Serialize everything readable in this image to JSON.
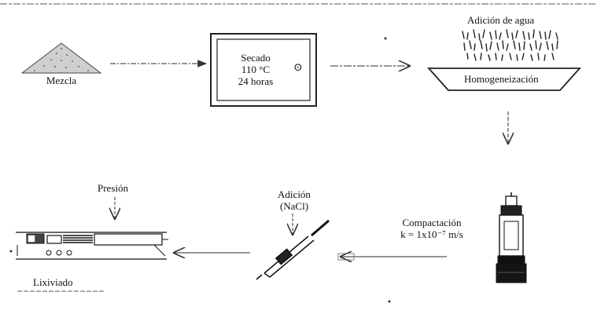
{
  "steps": {
    "mezcla": "Mezcla",
    "secado": {
      "line1": "Secado",
      "line2": "110 °C",
      "line3": "24 horas"
    },
    "adicion_agua": "Adición de agua",
    "homogeneizacion": "Homogeneización",
    "compactacion": {
      "line1": "Compactación",
      "line2": "k = 1x10⁻⁷ m/s"
    },
    "adicion_nacl": {
      "line1": "Adición",
      "line2": "(NaCl)"
    },
    "presion": "Presión",
    "lixiviado": "Lixiviado"
  },
  "icons": {
    "oven_dial": "⊙"
  },
  "colors": {
    "ink": "#111111",
    "arrow": "#555555"
  }
}
